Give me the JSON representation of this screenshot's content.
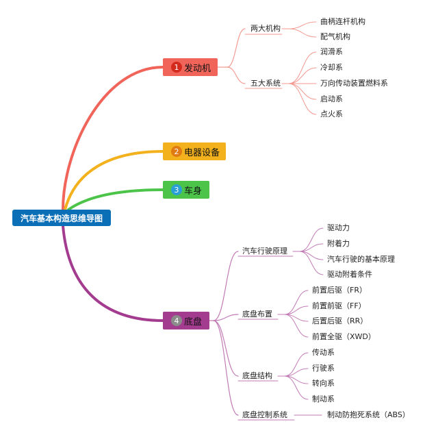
{
  "root": {
    "label": "汽车基本构造思维导图"
  },
  "branches": [
    {
      "number": "1",
      "label": "发动机",
      "color": "#f0645a",
      "badge": "#d42a1e",
      "groups": [
        {
          "label": "两大机构",
          "items": [
            "曲柄连杆机构",
            "配气机构"
          ]
        },
        {
          "label": "五大系统",
          "items": [
            "润滑系",
            "冷却系",
            "万向传动装置燃料系",
            "启动系",
            "点火系"
          ]
        }
      ]
    },
    {
      "number": "2",
      "label": "电器设备",
      "color": "#f2b11d",
      "badge": "#e07a12",
      "groups": []
    },
    {
      "number": "3",
      "label": "车身",
      "color": "#4cc44a",
      "badge": "#2a9fd6",
      "groups": []
    },
    {
      "number": "4",
      "label": "底盘",
      "color": "#a33b8f",
      "badge": "#8b8b8b",
      "groups": [
        {
          "label": "汽车行驶原理",
          "items": [
            "驱动力",
            "附着力",
            "汽车行驶的基本原理",
            "驱动附着条件"
          ]
        },
        {
          "label": "底盘布置",
          "items": [
            "前置后驱（FR）",
            "前置前驱（FF）",
            "后置后驱（RR）",
            "前置全驱（XWD）"
          ]
        },
        {
          "label": "底盘结构",
          "items": [
            "传动系",
            "行驶系",
            "转向系",
            "制动系"
          ]
        },
        {
          "label": "底盘控制系统",
          "items": [
            "制动防抱死系统（ABS）"
          ]
        }
      ]
    }
  ]
}
